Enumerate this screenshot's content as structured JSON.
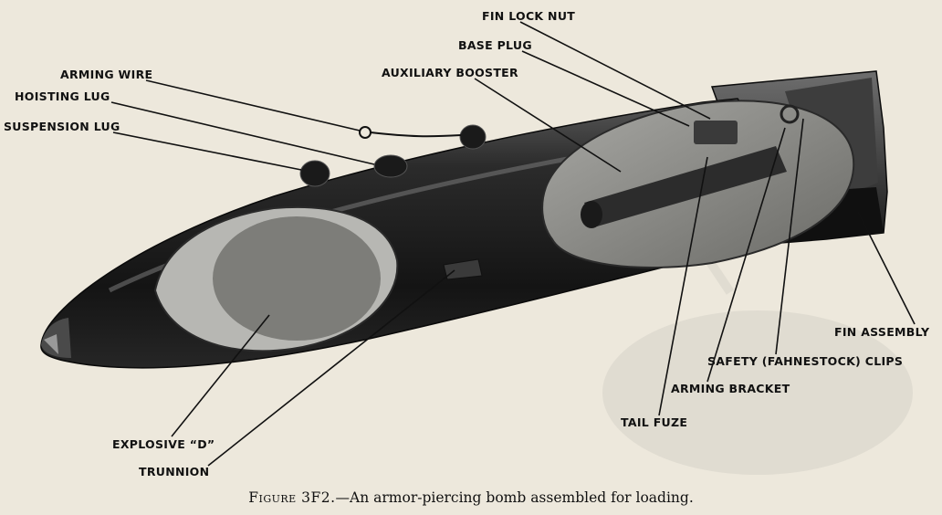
{
  "figure": {
    "caption_label": "Figure 3F2.",
    "caption_text": "—An armor-piercing bomb assembled for loading.",
    "labels": {
      "fin_lock_nut": "FIN LOCK NUT",
      "base_plug": "BASE PLUG",
      "auxiliary_booster": "AUXILIARY BOOSTER",
      "arming_wire": "ARMING WIRE",
      "hoisting_lug": "HOISTING LUG",
      "suspension_lug": "SUSPENSION LUG",
      "fin_assembly": "FIN ASSEMBLY",
      "safety_clips": "SAFETY (FAHNESTOCK) CLIPS",
      "arming_bracket": "ARMING BRACKET",
      "tail_fuze": "TAIL FUZE",
      "explosive_d": "EXPLOSIVE “D”",
      "trunnion": "TRUNNION"
    }
  },
  "colors": {
    "paper": "#ede8dc",
    "bomb_dark": "#1c1c1c",
    "cutaway": "#8a8a86",
    "text": "#111111"
  }
}
